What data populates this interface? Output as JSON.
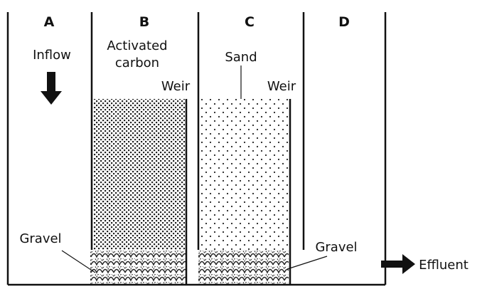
{
  "chambers": [
    {
      "letter": "A"
    },
    {
      "letter": "B"
    },
    {
      "letter": "C"
    },
    {
      "letter": "D"
    }
  ],
  "labels": {
    "inflow": "Inflow",
    "activated_carbon_line1": "Activated",
    "activated_carbon_line2": "carbon",
    "sand": "Sand",
    "weir_b": "Weir",
    "weir_c": "Weir",
    "gravel_left": "Gravel",
    "gravel_right": "Gravel",
    "effluent": "Effluent"
  },
  "colors": {
    "stroke": "#111111",
    "background": "#ffffff"
  },
  "icons": {
    "inflow": "arrow-down-icon",
    "effluent": "arrow-right-icon"
  }
}
